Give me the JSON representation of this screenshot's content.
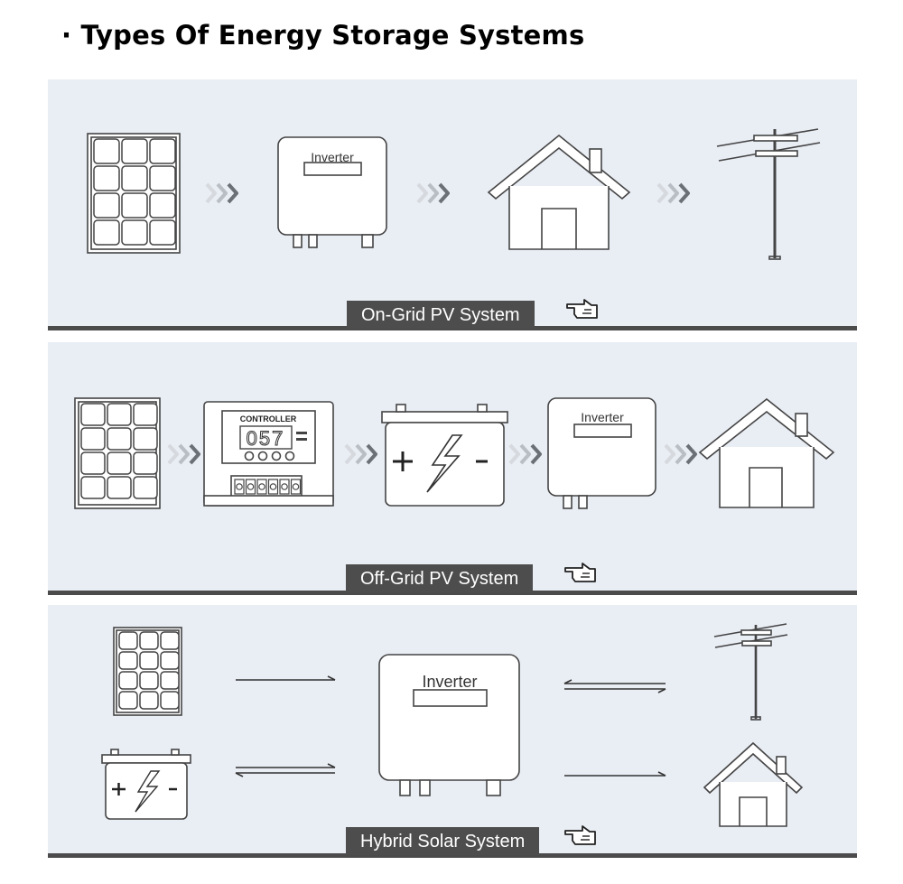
{
  "title": "· Types Of Energy Storage Systems",
  "panels": [
    {
      "label": "On-Grid PV System",
      "components": [
        "solar-panel",
        "inverter",
        "house",
        "utility-pole"
      ],
      "inverter_text": "Inverter"
    },
    {
      "label": "Off-Grid PV System",
      "components": [
        "solar-panel",
        "controller",
        "battery",
        "inverter",
        "house"
      ],
      "controller_text": "CONTROLLER",
      "controller_display": "057",
      "inverter_text": "Inverter"
    },
    {
      "label": "Hybrid Solar System",
      "components": [
        "solar-panel",
        "battery",
        "inverter",
        "utility-pole",
        "house"
      ],
      "inverter_text": "Inverter"
    }
  ],
  "icons": {
    "flow_arrow": "triple-chevron-icon",
    "pointer": "pointing-hand-icon"
  }
}
